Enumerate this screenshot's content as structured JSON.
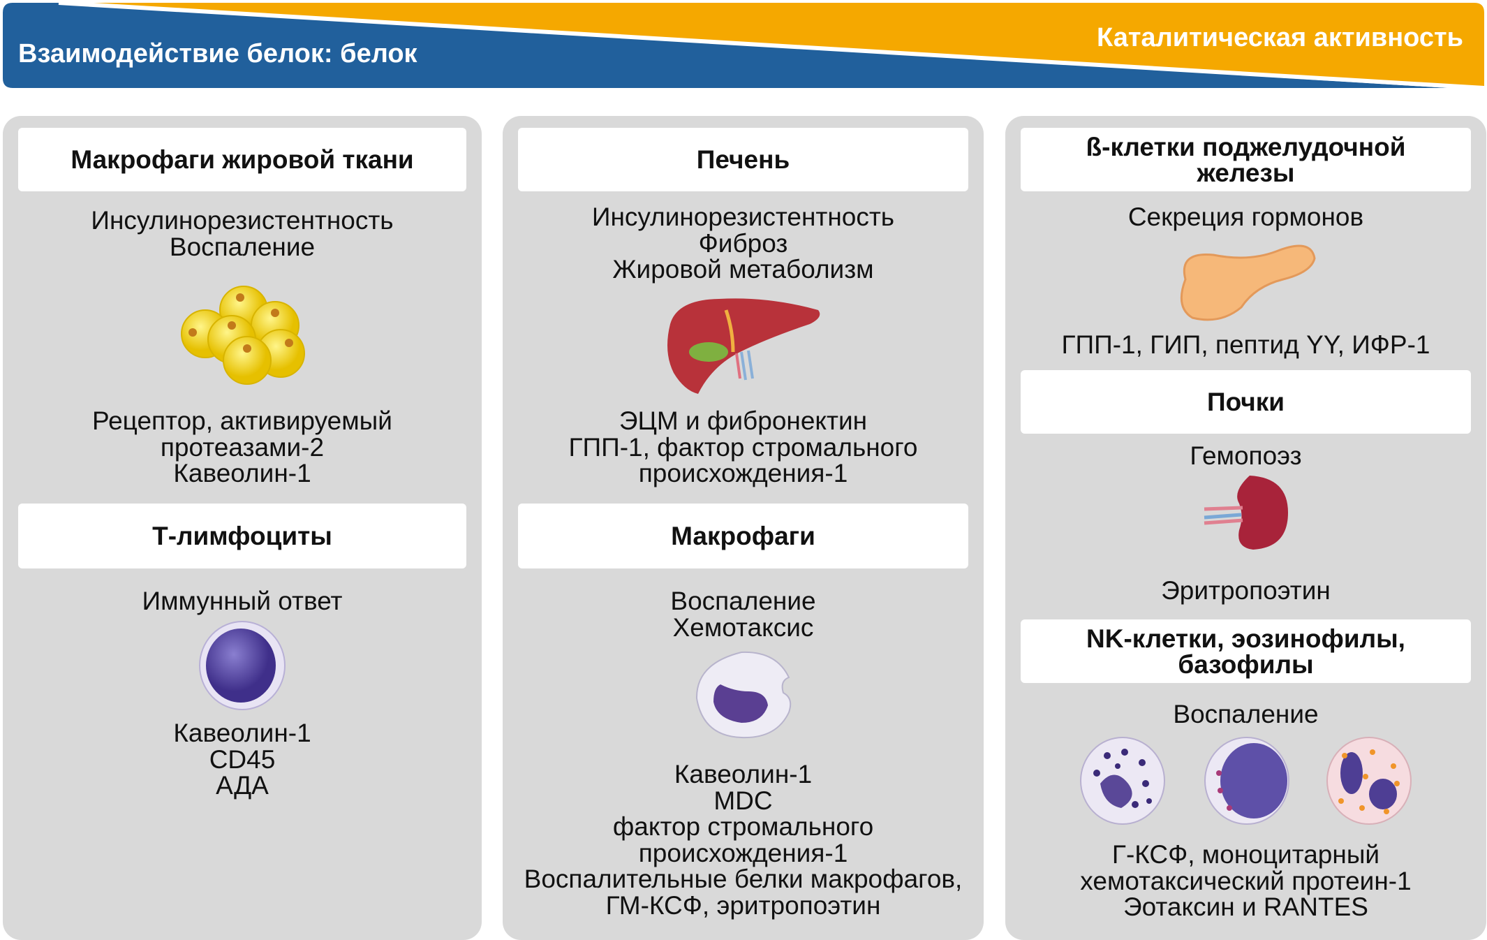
{
  "banner": {
    "left": "Взаимодействие белок: белок",
    "right": "Каталитическая активность",
    "colors": {
      "blue": "#21609c",
      "orange": "#f5a800"
    }
  },
  "columns": [
    {
      "sections": [
        {
          "title": "Макрофаги жировой ткани",
          "functions": [
            "Инсулинорезистентность",
            "Воспаление"
          ],
          "molecules": [
            "Рецептор, активируемый",
            "протеазами-2",
            "Кавеолин-1"
          ]
        },
        {
          "title": "Т-лимфоциты",
          "functions": [
            "Иммунный ответ"
          ],
          "molecules": [
            "Кавеолин-1",
            "CD45",
            "АДА"
          ]
        }
      ]
    },
    {
      "sections": [
        {
          "title": "Печень",
          "functions": [
            "Инсулинорезистентность",
            "Фиброз",
            "Жировой метаболизм"
          ],
          "molecules": [
            "ЭЦМ и фибронектин",
            "ГПП-1, фактор стромального",
            "происхождения-1"
          ]
        },
        {
          "title": "Макрофаги",
          "functions": [
            "Воспаление",
            "Хемотаксис"
          ],
          "molecules": [
            "Кавеолин-1",
            "MDC",
            "фактор стромального",
            "происхождения-1",
            "Воспалительные белки макрофагов,",
            "ГМ-КСФ, эритропоэтин"
          ]
        }
      ]
    },
    {
      "sections": [
        {
          "title": [
            "ß-клетки поджелудочной",
            "железы"
          ],
          "functions": [
            "Секреция гормонов"
          ],
          "molecules": [
            "ГПП-1, ГИП, пептид YY, ИФР-1"
          ]
        },
        {
          "title": "Почки",
          "functions": [
            "Гемопоэз"
          ],
          "molecules": [
            "Эритропоэтин"
          ]
        },
        {
          "title": [
            "NK-клетки, эозинофилы,",
            "базофилы"
          ],
          "functions": [
            "Воспаление"
          ],
          "molecules": [
            "Г-КСФ, моноцитарный",
            "хемотаксический протеин-1",
            "Эотаксин и RANTES"
          ]
        }
      ]
    }
  ]
}
